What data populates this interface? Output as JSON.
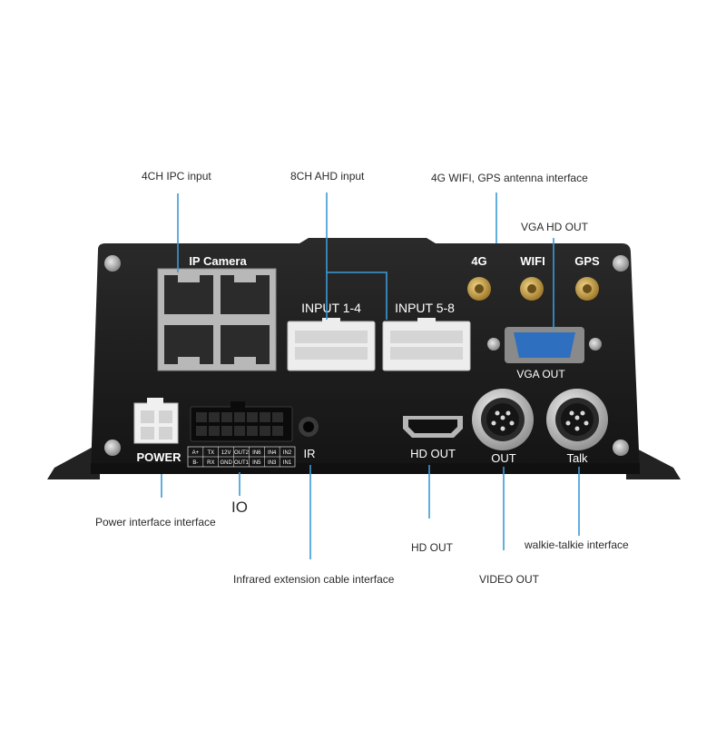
{
  "callouts": {
    "ipc_input": "4CH  IPC input",
    "ahd_input": "8CH  AHD input",
    "antenna": "4G WIFI, GPS antenna interface",
    "vga_hd_out": "VGA HD OUT",
    "power_interface": "Power interface  interface",
    "infrared": "Infrared extension cable interface",
    "hd_out": "HD OUT",
    "video_out": "VIDEO OUT",
    "walkie_talkie": "walkie-talkie interface"
  },
  "panel": {
    "ip_camera": "IP  Camera",
    "input_1_4": "INPUT 1-4",
    "input_5_8": "INPUT 5-8",
    "ant_4g": "4G",
    "ant_wifi": "WIFI",
    "ant_gps": "GPS",
    "vga_out": "VGA OUT",
    "power": "POWER",
    "io": "IO",
    "ir": "IR",
    "hd_out": "HD OUT",
    "out": "OUT",
    "talk": "Talk",
    "io_pins_top": [
      "A+",
      "TX",
      "12V",
      "OUT2",
      "IN6",
      "IN4",
      "IN2"
    ],
    "io_pins_bottom": [
      "B-",
      "RX",
      "GND",
      "OUT1",
      "IN5",
      "IN3",
      "IN1"
    ]
  },
  "colors": {
    "leader": "#3b9ad6",
    "chassis": "#1c1c1c",
    "text_dark": "#2a2a2a"
  }
}
